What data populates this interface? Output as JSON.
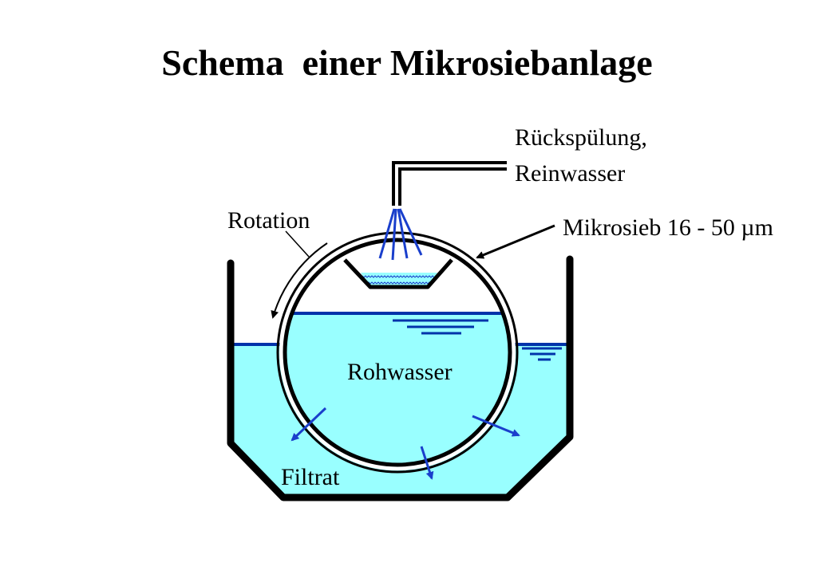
{
  "title": "Schema  einer Mikrosiebanlage",
  "labels": {
    "rueckspuelung_line1": "Rückspülung,",
    "rueckspuelung_line2": "Reinwasser",
    "rotation": "Rotation",
    "mikrosieb": "Mikrosieb  16 - 50 µm",
    "rohwasser": "Rohwasser",
    "filtrat": "Filtrat"
  },
  "colors": {
    "water": "#99ffff",
    "water_line": "#0033aa",
    "outline": "#000000",
    "spray": "#1a3fcc"
  }
}
